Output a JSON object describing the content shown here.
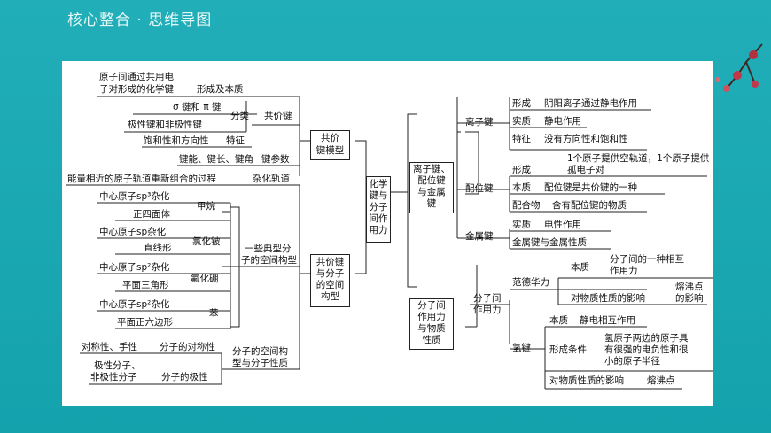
{
  "title": "核心整合 · 思维导图",
  "center": [
    "化学",
    "键与",
    "分子",
    "间作",
    "用力"
  ],
  "covalent_model": [
    "共价",
    "键模型"
  ],
  "covalent_shape": [
    "共价键",
    "与分子",
    "的空间",
    "构型"
  ],
  "ionic_group": [
    "离子键、",
    "配位键",
    "与金属",
    "键"
  ],
  "force_group": [
    "分子间",
    "作用力",
    "与物质",
    "性质"
  ],
  "cov": {
    "origin1": "原子间通过共用电",
    "origin2": "子对形成的化学键",
    "form_nature": "形成及本质",
    "sigma_pi": "σ 键和 π 键",
    "polar": "极性键和非极性键",
    "classify": "分类",
    "covalent_bond": "共价键",
    "satur": "饱和性和方向性",
    "feature": "特征",
    "params": "键能、键长、键角",
    "param_label": "键参数"
  },
  "hyb": {
    "def": "能量相近的原子轨道重新组合的过程",
    "label": "杂化轨道",
    "sp3": "中心原子sp³杂化",
    "tetra": "正四面体",
    "methane": "甲烷",
    "sp": "中心原子sp杂化",
    "linear": "直线形",
    "becl": "氯化铍",
    "sp2": "中心原子sp²杂化",
    "trigonal": "平面三角形",
    "bf3": "氟化硼",
    "sp2b": "中心原子sp²杂化",
    "hexagon": "平面正六边形",
    "benzene": "苯",
    "typical1": "一些典型分",
    "typical2": "子的空间构型",
    "sym": "对称性、手性",
    "sym_label": "分子的对称性",
    "polarmol1": "极性分子、",
    "polarmol2": "非极性分子",
    "polar_label": "分子的极性",
    "shape_prop1": "分子的空间构",
    "shape_prop2": "型与分子性质"
  },
  "ionic": {
    "ionic_bond": "离子键",
    "form_label": "形成",
    "form": "阴阳离子通过静电作用",
    "nature_label": "实质",
    "nature": "静电作用",
    "feat_label": "特征",
    "feat": "没有方向性和饱和性",
    "coord_bond": "配位键",
    "cform_label": "形成",
    "cform1": "1个原子提供空轨道，1个原子提供",
    "cform2": "孤电子对",
    "cnature_label": "本质",
    "cnature": "配位键是共价键的一种",
    "complex_label": "配合物",
    "complex": "含有配位键的物质",
    "metal_bond": "金属键",
    "mnature_label": "实质",
    "mnature": "电性作用",
    "mprop": "金属键与金属性质"
  },
  "force": {
    "inter1": "分子间",
    "inter2": "作用力",
    "vdw": "范德华力",
    "vnature_label": "本质",
    "vnature1": "分子间的一种相互",
    "vnature2": "作用力",
    "vinfl": "对物质性质的影响",
    "vinfl_val1": "熔沸点",
    "vinfl_val2": "的影响",
    "hbond": "氢键",
    "hnature_label": "本质",
    "hnature": "静电相互作用",
    "hcond_label": "形成条件",
    "hcond1": "氢原子两边的原子具",
    "hcond2": "有很强的电负性和很",
    "hcond3": "小的原子半径",
    "hinfl": "对物质性质的影响",
    "hinfl_val": "熔沸点"
  }
}
